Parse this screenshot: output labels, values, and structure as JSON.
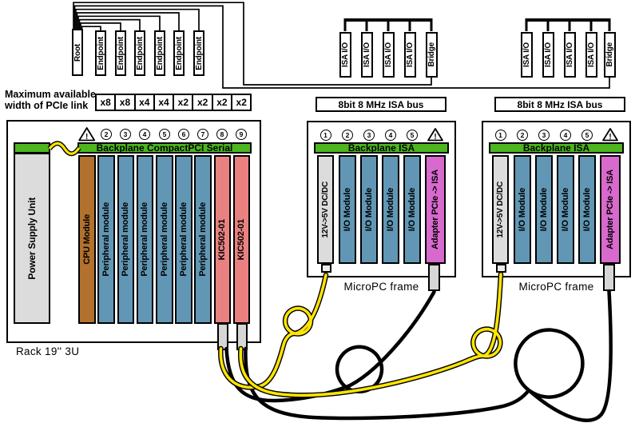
{
  "colors": {
    "backplane_green": "#4db61e",
    "cpu_brown": "#b2712c",
    "peripheral_blue": "#6197b5",
    "kic_salmon": "#e98181",
    "adapter_pink": "#d869cd",
    "psu_gray": "#dcdcdc",
    "connector_gray": "#d6d6d6",
    "cable_yellow": "#ffe500",
    "cable_black": "#000000"
  },
  "pcie_tree": {
    "root": "Root",
    "endpoints": [
      "Endpoint",
      "Endpoint",
      "Endpoint",
      "Endpoint",
      "Endpoint",
      "Endpoint"
    ]
  },
  "link_width": {
    "caption_line1": "Maximum available",
    "caption_line2": "width of PCIe link",
    "cells": [
      "x8",
      "x8",
      "x4",
      "x4",
      "x2",
      "x2",
      "x2",
      "x2"
    ]
  },
  "isa_clusters": [
    {
      "nodes": [
        "ISA I/O",
        "ISA I/O",
        "ISA I/O",
        "ISA I/O"
      ],
      "bridge": "Bridge",
      "bus_label": "8bit 8 MHz ISA bus"
    },
    {
      "nodes": [
        "ISA I/O",
        "ISA I/O",
        "ISA I/O",
        "ISA I/O"
      ],
      "bridge": "Bridge",
      "bus_label": "8bit 8 MHz ISA bus"
    }
  ],
  "rack": {
    "caption": "Rack 19'' 3U",
    "psu": "Power Supply Unit",
    "backplane": "Backplane CompactPCI Serial",
    "slots": [
      "!",
      "2",
      "3",
      "4",
      "5",
      "6",
      "7",
      "8",
      "9"
    ],
    "modules": [
      "CPU Module",
      "Peripheral module",
      "Peripheral module",
      "Peripheral module",
      "Peripheral module",
      "Peripheral module",
      "Peripheral module",
      "KIC502-01",
      "KIC502-01"
    ]
  },
  "frames": [
    {
      "caption": "MicroPC frame",
      "backplane": "Backplane ISA",
      "slots": [
        "1",
        "2",
        "3",
        "4",
        "5",
        "!"
      ],
      "modules": [
        "12V->5V DC/DC",
        "I/O Module",
        "I/O Module",
        "I/O Module",
        "I/O Module",
        "Adapter PCIe -> ISA"
      ]
    },
    {
      "caption": "MicroPC frame",
      "backplane": "Backplane ISA",
      "slots": [
        "1",
        "2",
        "3",
        "4",
        "5",
        "!"
      ],
      "modules": [
        "12V->5V DC/DC",
        "I/O Module",
        "I/O Module",
        "I/O Module",
        "I/O Module",
        "Adapter PCIe -> ISA"
      ]
    }
  ]
}
